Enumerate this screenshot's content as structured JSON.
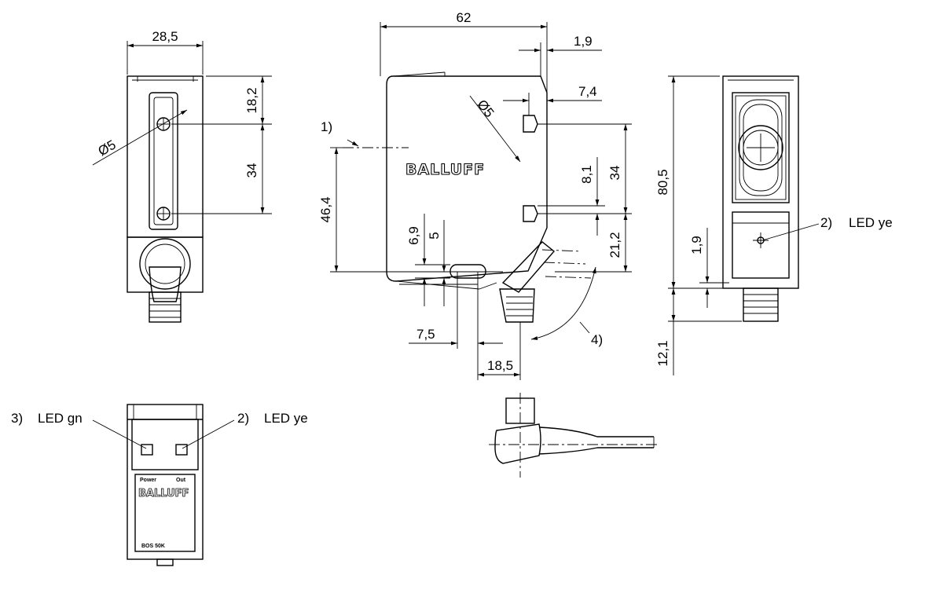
{
  "brand": {
    "name": "BALLUFF"
  },
  "dimensions": {
    "width_side": "28,5",
    "top_offset": "18,2",
    "hole_spacing_left": "34",
    "hole_dia": "5",
    "total_width": "62",
    "lip_1_9": "1,9",
    "offset_7_4": "7,4",
    "height_46_4": "46,4",
    "slot_8_1": "8,1",
    "hole_spacing_right": "34",
    "offset_21_2": "21,2",
    "slot_6_9": "6,9",
    "slot_5": "5",
    "offset_7_5": "7,5",
    "connector_18_5": "18,5",
    "height_80_5": "80,5",
    "led_1_9": "1,9",
    "connector_12_1": "12,1"
  },
  "callouts": {
    "c1": "1)",
    "c2_front": "2)",
    "c2_front_text": "LED ye",
    "c3": "3)",
    "c3_text": "LED gn",
    "c2_back": "2)",
    "c2_back_text": "LED ye",
    "c4": "4)"
  },
  "panel": {
    "power": "Power",
    "out": "Out",
    "model": "BOS 50K"
  }
}
